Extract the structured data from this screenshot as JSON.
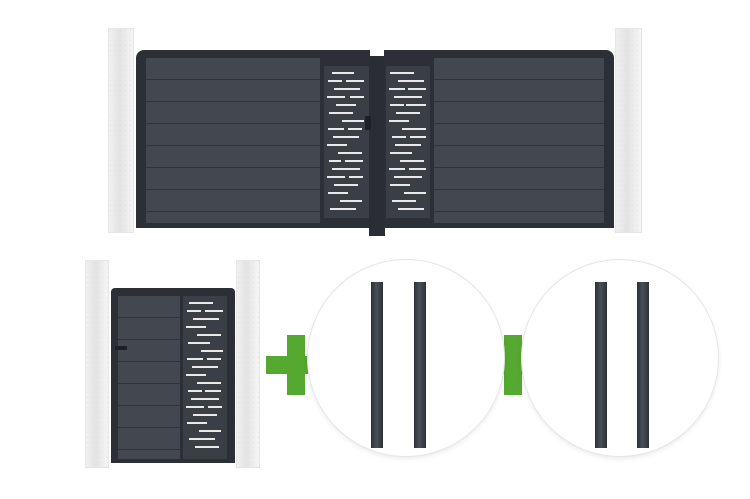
{
  "scene": "gate-kit-product-image",
  "colors": {
    "gate": "#3e4249",
    "slat_line": "#2f333a",
    "post": "#3a3e45",
    "plus": "#55a830",
    "pillar": "#ececec",
    "background": "#ffffff"
  },
  "items": [
    {
      "name": "double-swing-gate"
    },
    {
      "name": "pedestrian-gate"
    },
    {
      "name": "post-pair"
    },
    {
      "name": "post-pair"
    }
  ],
  "connectors": [
    "plus-icon",
    "plus-icon"
  ]
}
